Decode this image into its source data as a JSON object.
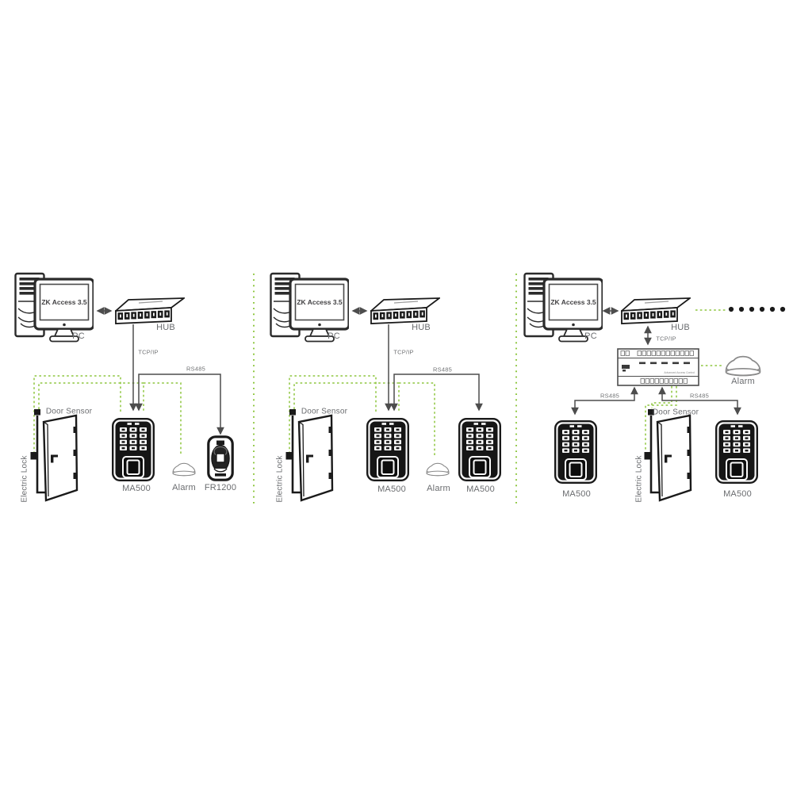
{
  "diagram": {
    "description": "ZK Access 3.5 access control wiring topologies",
    "colors": {
      "line": "#4d4d4d",
      "device_stroke": "#1a1a1a",
      "wire_green": "#8dc63f",
      "label_gray": "#6a6c6f",
      "screen_text": "#414042"
    }
  },
  "panels": [
    {
      "software": "ZK Access 3.5",
      "pc": "PC",
      "hub": "HUB",
      "tcpip": "TCP/IP",
      "rs485": "RS485",
      "door_sensor": "Door Sensor",
      "electric_lock": "Electric Lock",
      "reader1": "MA500",
      "alarm": "Alarm",
      "reader2": "FR1200"
    },
    {
      "software": "ZK Access 3.5",
      "pc": "PC",
      "hub": "HUB",
      "tcpip": "TCP/IP",
      "rs485": "RS485",
      "door_sensor": "Door Sensor",
      "electric_lock": "Electric Lock",
      "reader1": "MA500",
      "alarm": "Alarm",
      "reader2": "MA500"
    },
    {
      "software": "ZK Access 3.5",
      "pc": "PC",
      "hub": "HUB",
      "tcpip": "TCP/IP",
      "rs485_left": "RS485",
      "rs485_right": "RS485",
      "alarm": "Alarm",
      "door_sensor": "Door Sensor",
      "electric_lock": "Electric Lock",
      "reader_left": "MA500",
      "reader_right": "MA500",
      "controller_caption": "Advanced Access Control"
    }
  ]
}
